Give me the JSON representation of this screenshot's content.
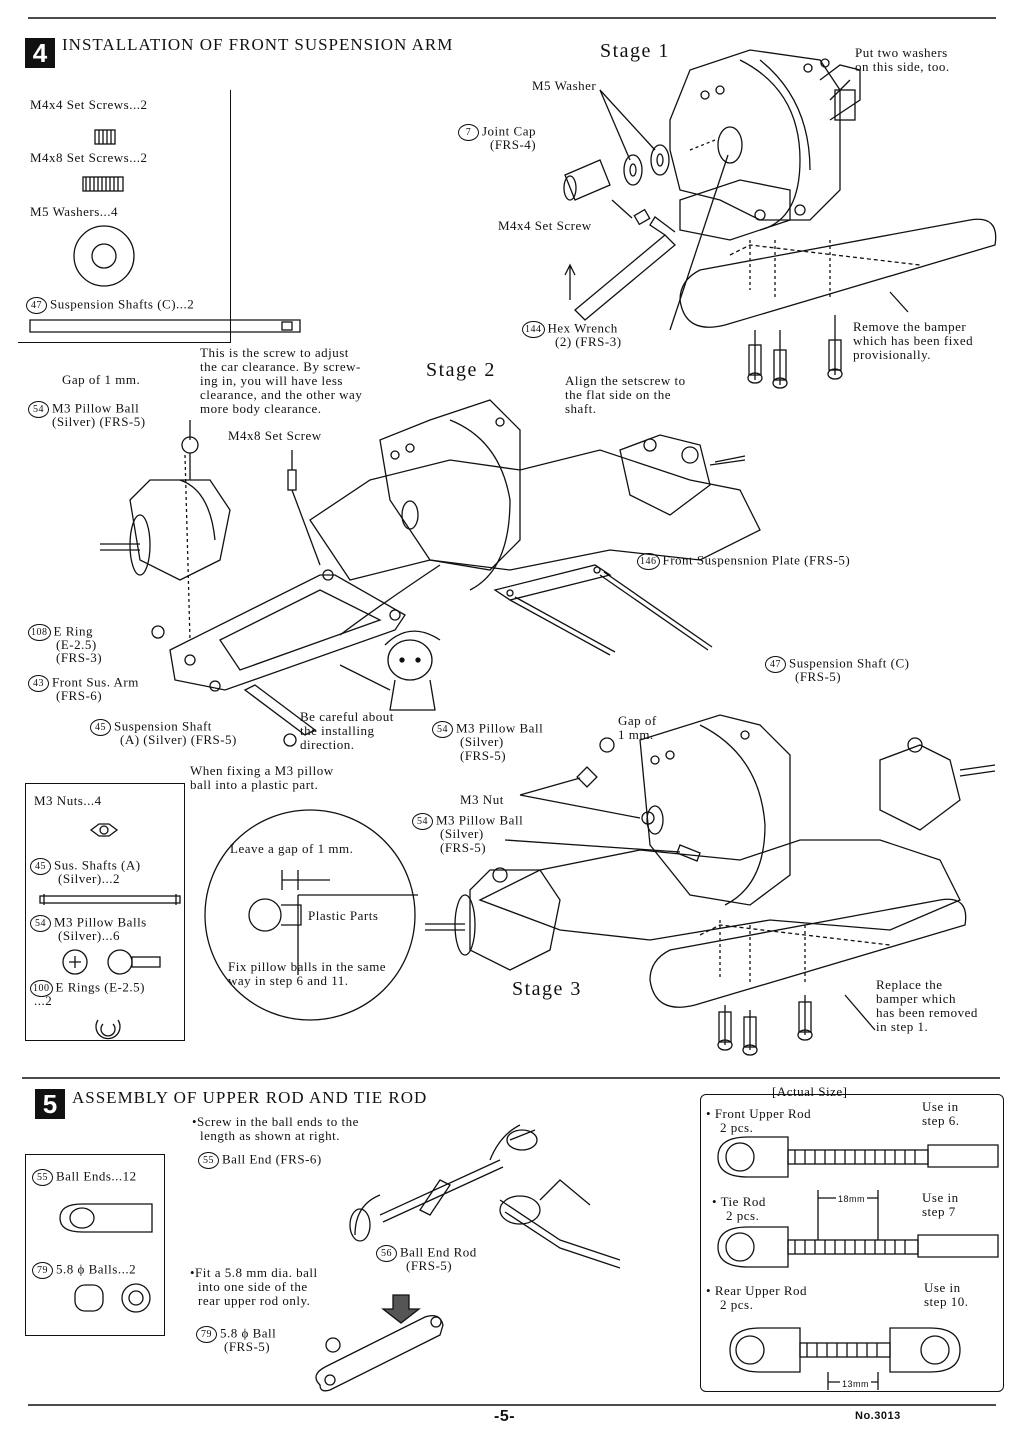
{
  "section4": {
    "step_number": "4",
    "title": "INSTALLATION OF FRONT SUSPENSION ARM",
    "parts_box_top": {
      "items": [
        {
          "label": "M4x4 Set Screws...2"
        },
        {
          "label": "M4x8 Set Screws...2"
        },
        {
          "label": "M5 Washers...4"
        },
        {
          "num": "47",
          "label": "Suspension Shafts (C)...2"
        }
      ]
    },
    "stage1": {
      "title": "Stage 1",
      "m5_washer": "M5 Washer",
      "joint_cap_num": "7",
      "joint_cap": "Joint Cap",
      "joint_cap_code": "(FRS-4)",
      "set_screw": "M4x4 Set Screw",
      "hex_num": "144",
      "hex_wrench": "Hex Wrench",
      "hex_code": "(2) (FRS-3)",
      "align_note": [
        "Align the setscrew to",
        "the flat side on the",
        "shaft."
      ],
      "washers_note": [
        "Put two washers",
        "on this side, too."
      ],
      "remove_note": [
        "Remove the bamper",
        "which has been fixed",
        "provisionally."
      ]
    },
    "stage2": {
      "title": "Stage 2",
      "adjust_note": [
        "This is the screw to adjust",
        "the car clearance. By screw-",
        "ing in, you will have less",
        "clearance, and the other way",
        "more body clearance."
      ],
      "gap_note": "Gap of 1 mm.",
      "pillow_num": "54",
      "pillow_ball": "M3 Pillow Ball",
      "pillow_code": "(Silver) (FRS-5)",
      "set_screw_m4x8": "M4x8 Set Screw",
      "plate_num": "146",
      "plate": "Front Suspensnion Plate (FRS-5)",
      "ering_num": "108",
      "ering": "E Ring",
      "ering_code1": "(E-2.5)",
      "ering_code2": "(FRS-3)",
      "arm_num": "43",
      "arm": "Front Sus. Arm",
      "arm_code": "(FRS-6)",
      "shaft_c_num": "47",
      "shaft_c": "Suspension Shaft (C)",
      "shaft_c_code": "(FRS-5)",
      "shaft_a_num": "45",
      "shaft_a": "Suspension Shaft",
      "shaft_a_code": "(A) (Silver) (FRS-5)",
      "careful_note": [
        "Be careful about",
        "the installing",
        "direction."
      ]
    },
    "parts_box_bottom": {
      "items": [
        {
          "label": "M3 Nuts...4"
        },
        {
          "num": "45",
          "label": "Sus. Shafts (A)",
          "label2": "(Silver)...2"
        },
        {
          "num": "54",
          "label": "M3 Pillow Balls",
          "label2": "(Silver)...6"
        },
        {
          "num": "100",
          "label": "E Rings (E-2.5)",
          "label2": "...2"
        }
      ]
    },
    "detail": {
      "header": [
        "When fixing a M3 pillow",
        "ball into a plastic part."
      ],
      "gap_label": "Leave a gap of 1 mm.",
      "plastic_parts": "Plastic Parts",
      "fix_note": [
        "Fix pillow balls in the same",
        "way in step 6 and 11."
      ]
    },
    "stage3": {
      "title": "Stage 3",
      "pillow_num": "54",
      "pillow_ball": "M3 Pillow Ball",
      "pillow_code1": "(Silver)",
      "pillow_code2": "(FRS-5)",
      "gap_note": [
        "Gap of",
        "1 mm."
      ],
      "m3_nut": "M3 Nut",
      "pillow2_num": "54",
      "pillow2_ball": "M3 Pillow Ball",
      "pillow2_code1": "(Silver)",
      "pillow2_code2": "(FRS-5)",
      "replace_note": [
        "Replace the",
        "bamper which",
        "has been removed",
        "in step 1."
      ]
    }
  },
  "section5": {
    "step_number": "5",
    "title": "ASSEMBLY OF UPPER ROD AND TIE ROD",
    "screw_note": [
      "•Screw in the ball ends to the",
      "length as shown at right."
    ],
    "ball_end_num": "55",
    "ball_end": "Ball End (FRS-6)",
    "ball_end_rod_num": "56",
    "ball_end_rod": "Ball End Rod",
    "ball_end_rod_code": "(FRS-5)",
    "fit_note": [
      "•Fit a 5.8 mm dia. ball",
      "into one side of the",
      "rear upper rod only."
    ],
    "ball_num": "79",
    "ball": "5.8 ϕ Ball",
    "ball_code": "(FRS-5)",
    "parts_box": {
      "items": [
        {
          "num": "55",
          "label": "Ball Ends...12"
        },
        {
          "num": "79",
          "label": "5.8 ϕ Balls...2"
        }
      ]
    },
    "actual_size": {
      "header": "[Actual Size]",
      "rods": [
        {
          "name": "Front Upper Rod",
          "qty": "2 pcs.",
          "use": [
            "Use in",
            "step 6."
          ]
        },
        {
          "name": "Tie Rod",
          "qty": "2 pcs.",
          "use": [
            "Use in",
            "step 7"
          ],
          "dim": "18mm"
        },
        {
          "name": "Rear Upper Rod",
          "qty": "2 pcs.",
          "use": [
            "Use in",
            "step 10."
          ],
          "dim": "13mm"
        }
      ]
    }
  },
  "footer": {
    "page": "-5-",
    "doc_no": "No.3013"
  }
}
